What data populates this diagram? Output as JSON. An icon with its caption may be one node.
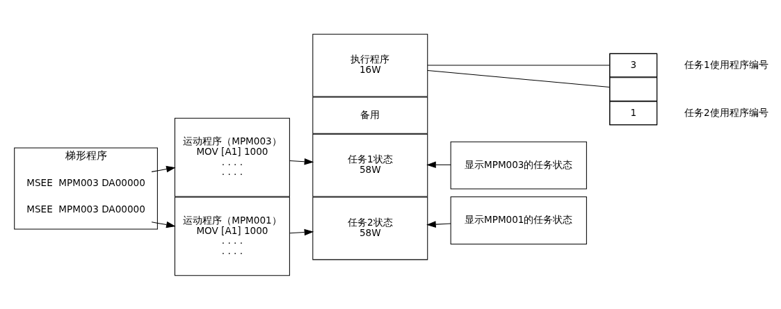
{
  "diagram": {
    "nodes": [
      {
        "text": [
          "梯形程序"
        ]
      },
      {
        "text": [
          "MSEE  MPM003 DA00000"
        ],
        "in": 0
      },
      {
        "text": [
          "MSEE  MPM003 DA00000"
        ],
        "in": 0
      },
      {
        "text": [
          "运动程序（MPM003）",
          "MOV [A1] 1000",
          ". . . .",
          ". . . ."
        ]
      },
      {
        "text": [
          "运动程序（MPM001）",
          "MOV [A1] 1000",
          ". . . .",
          ". . . ."
        ]
      },
      {
        "text": [
          "执行程序",
          "16W"
        ]
      },
      {
        "text": [
          "备用"
        ]
      },
      {
        "text": [
          "任务1状态",
          "58W"
        ]
      },
      {
        "text": [
          "任务2状态",
          "58W"
        ]
      },
      {
        "text": [],
        "shape": "box"
      },
      {
        "text": [
          "3"
        ],
        "in": 9,
        "beside": [
          "任务1使用程序编号"
        ]
      },
      {
        "text": [
          "1"
        ],
        "in": 9,
        "beside": [
          "任务2使用程序编号"
        ]
      },
      {
        "text": [],
        "shape": "box",
        "in": 9
      },
      {
        "text": [
          "显示MPM003的任务状态"
        ]
      },
      {
        "text": [
          "显示MPM001的任务状态"
        ]
      }
    ],
    "edges": [
      {
        "from": 1,
        "to": 3,
        "arrow": "to"
      },
      {
        "from": 2,
        "to": 4,
        "arrow": "to"
      },
      {
        "from": 3,
        "to": 7,
        "arrow": "to"
      },
      {
        "from": 4,
        "to": 8,
        "arrow": "to"
      },
      {
        "from": 5,
        "to": 9,
        "arrow": "none"
      },
      {
        "from": 5,
        "to": 9,
        "arrow": "none"
      },
      {
        "from": 13,
        "to": 7,
        "arrow": "to"
      },
      {
        "from": 14,
        "to": 8,
        "arrow": "to"
      }
    ]
  }
}
